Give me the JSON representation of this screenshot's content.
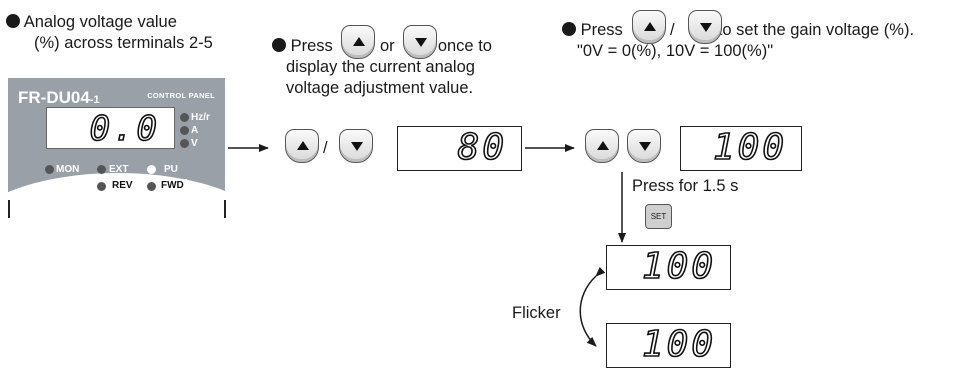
{
  "note1": {
    "line1": "Analog voltage value",
    "line2": "(%) across terminals 2-5"
  },
  "note2": {
    "press": "Press",
    "or": "or",
    "once_to": "once to",
    "line2": "display the current analog",
    "line3": "voltage adjustment value."
  },
  "note3": {
    "press": "Press",
    "slash": "/",
    "to_set": "to set the gain voltage (%).",
    "line2": "\"0V = 0(%), 10V = 100(%)\""
  },
  "panel": {
    "title": "FR-DU04",
    "title_suffix": "-1",
    "subtitle": "CONTROL PANEL",
    "display_value": "0.0",
    "units": [
      "Hz/r",
      "A",
      "V"
    ],
    "mon": "MON",
    "ext": "EXT",
    "pu": "PU",
    "rev": "REV",
    "fwd": "FWD"
  },
  "step1": {
    "slash": "/",
    "display": "80"
  },
  "step2": {
    "display": "100"
  },
  "hold": {
    "text": "Press for 1.5 s",
    "set_label": "SET"
  },
  "flicker": {
    "label": "Flicker",
    "display_top": "100",
    "display_bottom": "100"
  },
  "colors": {
    "panel": "#9aa0a8",
    "line": "#1a1a1a"
  }
}
